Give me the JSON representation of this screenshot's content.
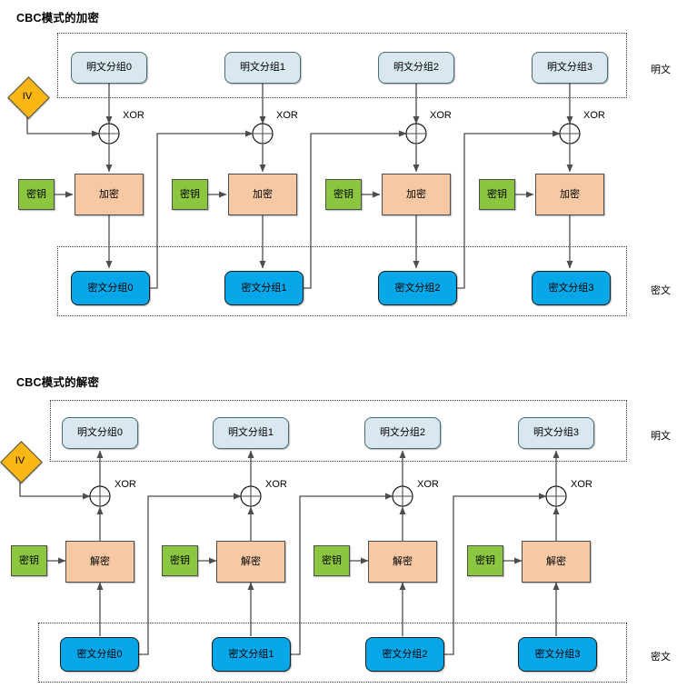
{
  "diagram": {
    "title_encrypt": "CBC模式的加密",
    "title_decrypt": "CBC模式的解密",
    "labels": {
      "plaintext_group": "明文",
      "ciphertext_group": "密文",
      "xor": "XOR",
      "iv": "IV",
      "key": "密钥",
      "encrypt": "加密",
      "decrypt": "解密"
    },
    "colors": {
      "plaintext_box": "#D9E8EF",
      "ciphertext_box": "#06A7E8",
      "crypt_box": "#F6C9A4",
      "key_box": "#8CC63E",
      "iv_box": "#FBB713",
      "line": "#4d4d4d",
      "border_dotted": "#333333"
    },
    "encrypt_section": {
      "plaintext_blocks": [
        "明文分组0",
        "明文分组1",
        "明文分组2",
        "明文分组3"
      ],
      "key_blocks": [
        "密钥",
        "密钥",
        "密钥",
        "密钥"
      ],
      "cipher_ops": [
        "加密",
        "加密",
        "加密",
        "加密"
      ],
      "ciphertext_blocks": [
        "密文分组0",
        "密文分组1",
        "密文分组2",
        "密文分组3"
      ],
      "xor_labels": [
        "XOR",
        "XOR",
        "XOR",
        "XOR"
      ],
      "iv": "IV",
      "right_labels": {
        "top": "明文",
        "bottom": "密文"
      }
    },
    "decrypt_section": {
      "plaintext_blocks": [
        "明文分组0",
        "明文分组1",
        "明文分组2",
        "明文分组3"
      ],
      "key_blocks": [
        "密钥",
        "密钥",
        "密钥",
        "密钥"
      ],
      "cipher_ops": [
        "解密",
        "解密",
        "解密",
        "解密"
      ],
      "ciphertext_blocks": [
        "密文分组0",
        "密文分组1",
        "密文分组2",
        "密文分组3"
      ],
      "xor_labels": [
        "XOR",
        "XOR",
        "XOR",
        "XOR"
      ],
      "iv": "IV",
      "right_labels": {
        "top": "明文",
        "bottom": "密文"
      }
    }
  }
}
